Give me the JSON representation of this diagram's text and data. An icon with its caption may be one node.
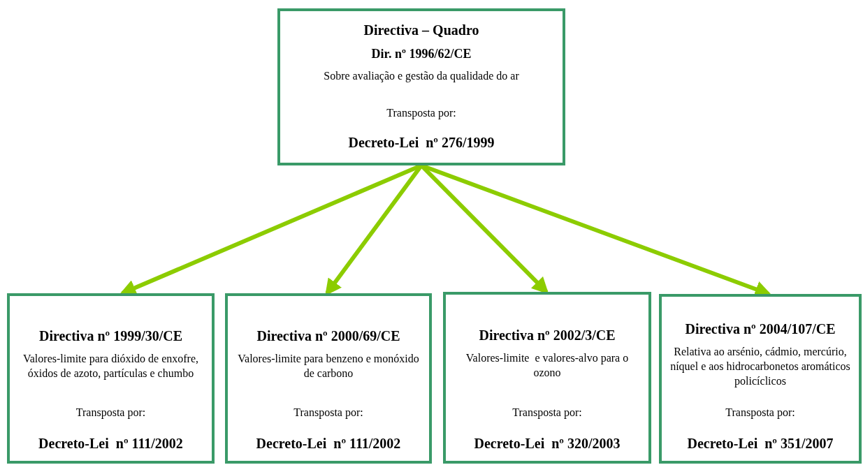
{
  "diagram": {
    "nodes": [
      {
        "text": [
          "Directiva – Quadro",
          "Dir. nº 1996/62/CE",
          "Sobre avaliação e gestão da qualidade do ar",
          "Transposta por:",
          "Decreto-Lei  nº 276/1999"
        ]
      },
      {
        "text": [
          "Directiva nº 1999/30/CE",
          "Valores-limite para dióxido de enxofre, óxidos de azoto, partículas e chumbo",
          "Transposta por:",
          "Decreto-Lei  nº 111/2002"
        ]
      },
      {
        "text": [
          "Directiva nº 2000/69/CE",
          "Valores-limite para benzeno e monóxido de carbono",
          "Transposta por:",
          "Decreto-Lei  nº 111/2002"
        ]
      },
      {
        "text": [
          "Directiva nº 2002/3/CE",
          "Valores-limite  e valores-alvo para o ozono",
          "Transposta por:",
          "Decreto-Lei  nº 320/2003"
        ]
      },
      {
        "text": [
          "Directiva nº 2004/107/CE",
          "Relativa ao arsénio, cádmio, mercúrio, níquel e aos hidrocarbonetos aromáticos policíclicos",
          "Transposta por:",
          "Decreto-Lei  nº 351/2007"
        ]
      }
    ],
    "edges": [
      {
        "from": 0,
        "to": 1,
        "arrow": "to"
      },
      {
        "from": 0,
        "to": 2,
        "arrow": "to"
      },
      {
        "from": 0,
        "to": 3,
        "arrow": "to"
      },
      {
        "from": 0,
        "to": 4,
        "arrow": "to"
      }
    ]
  }
}
